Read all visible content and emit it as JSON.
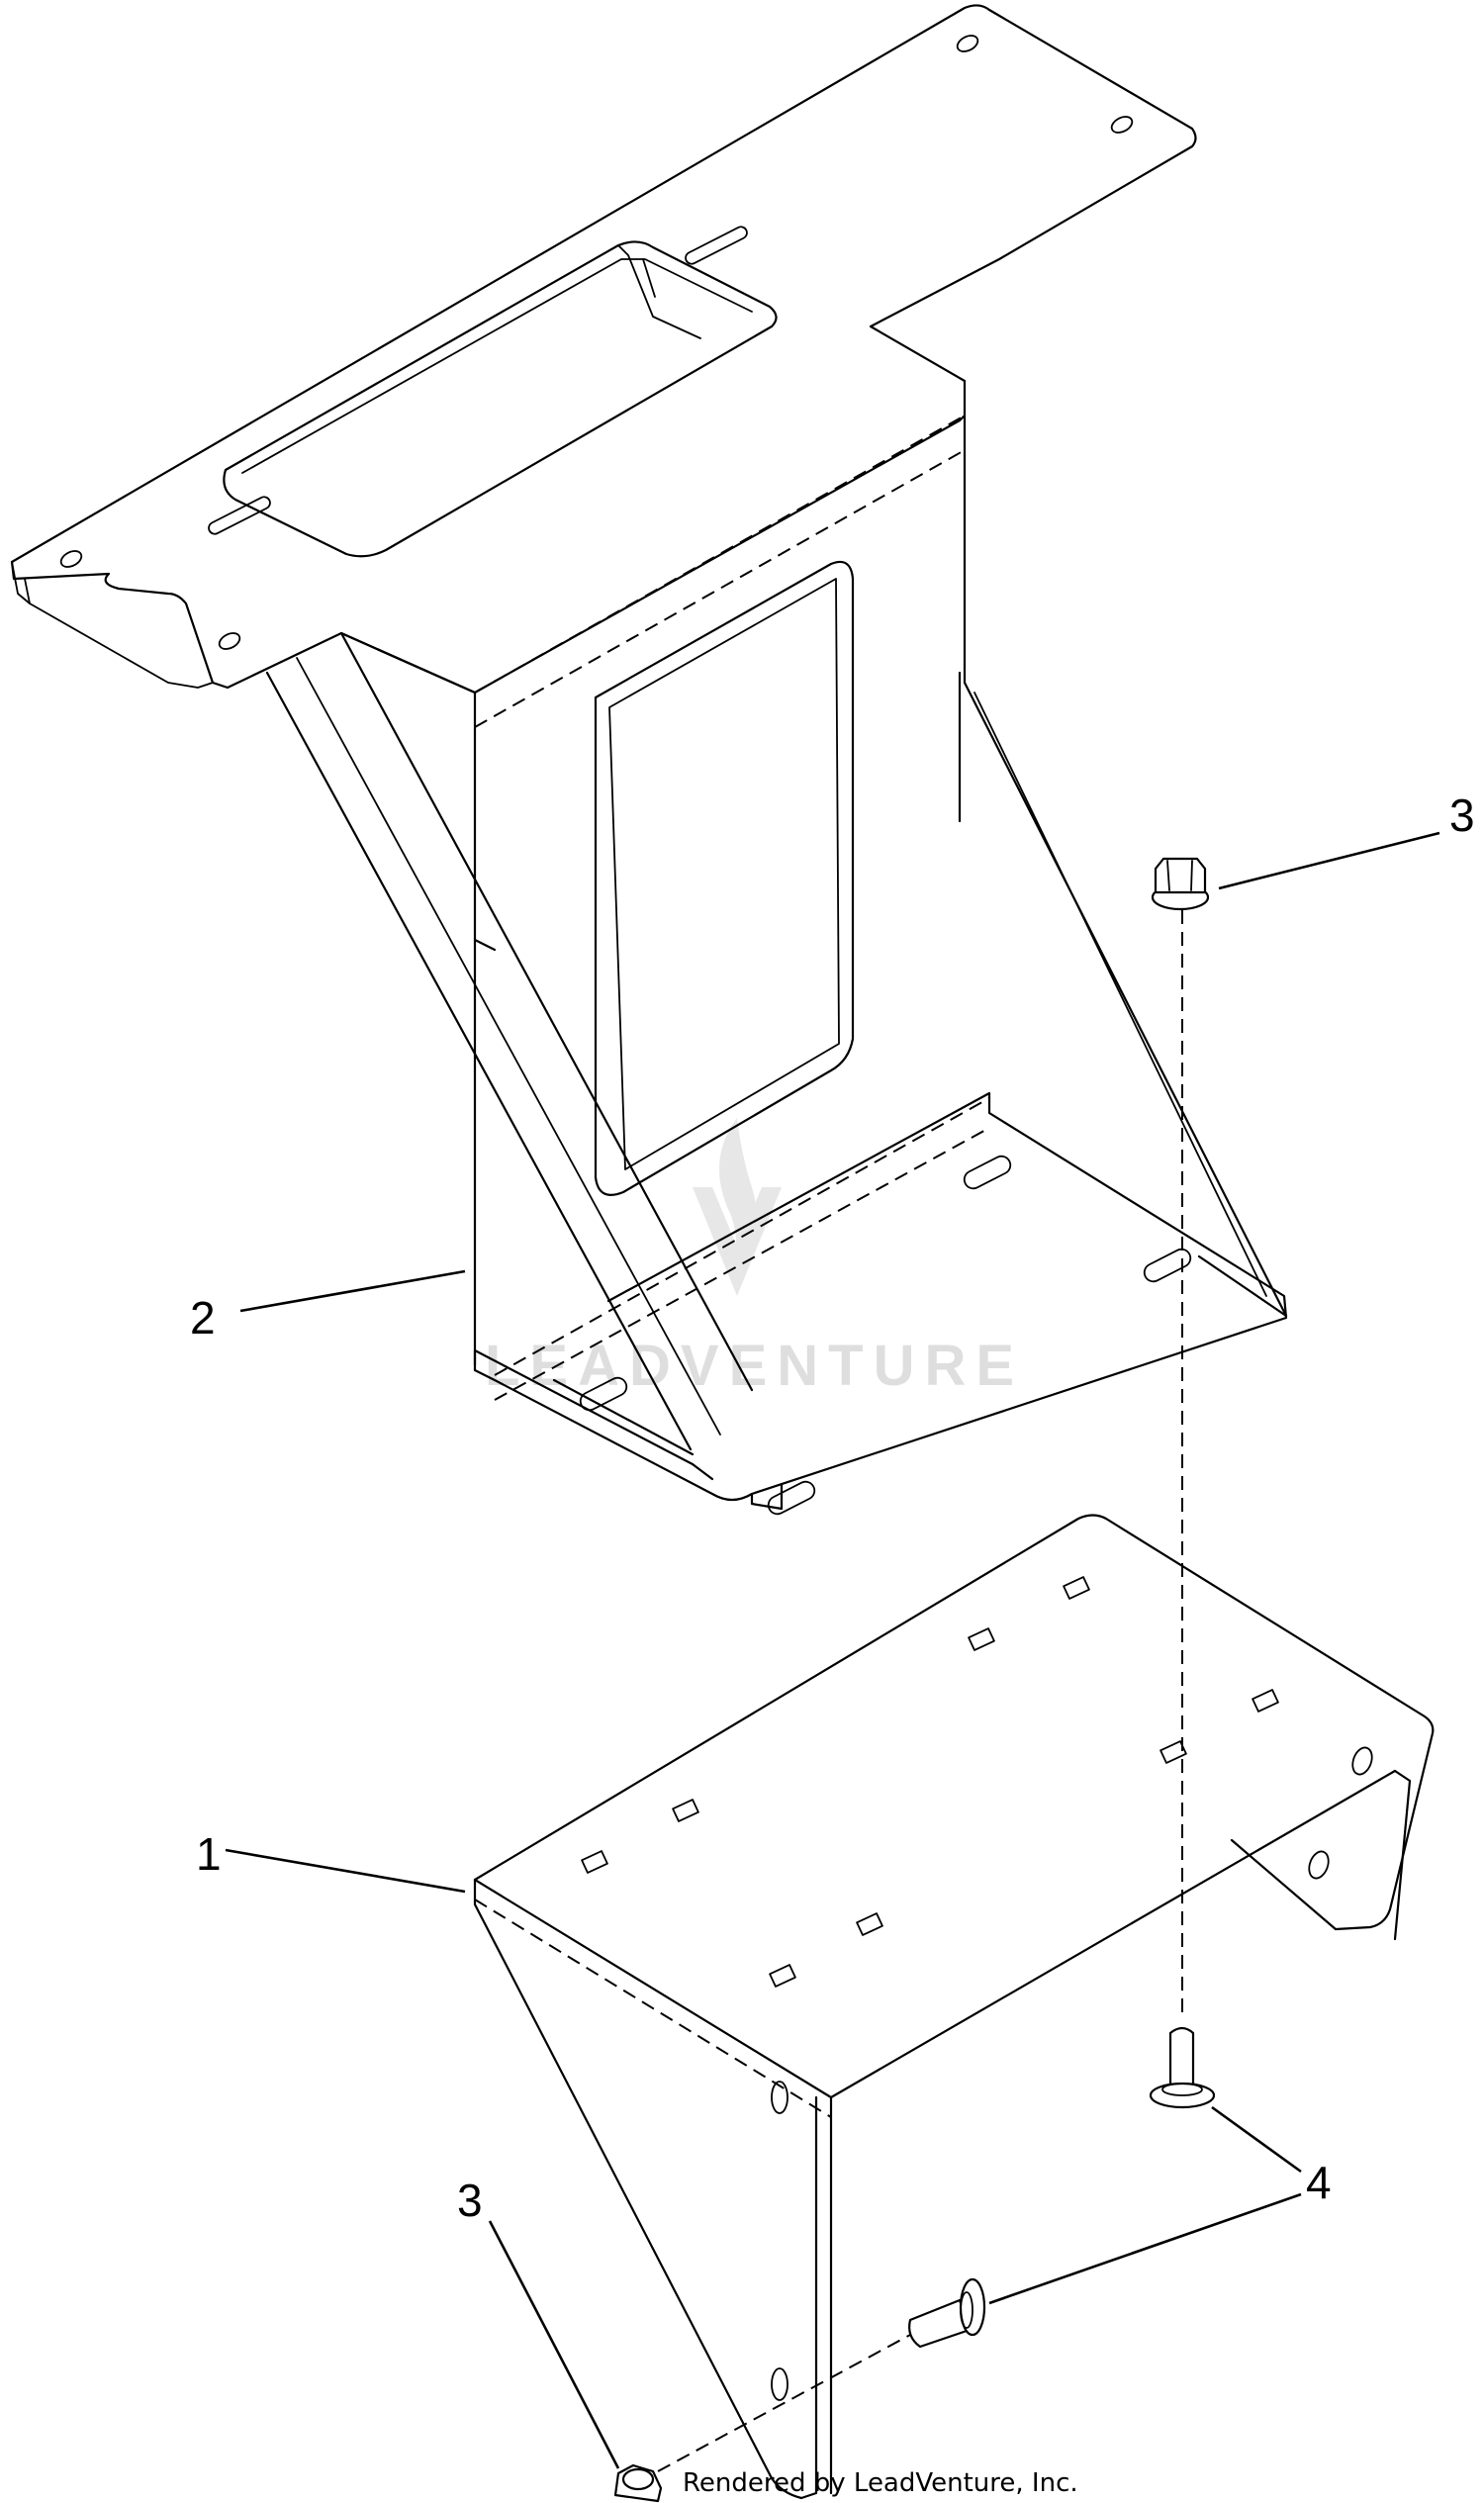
{
  "callouts": {
    "c1": "1",
    "c2": "2",
    "c3_top": "3",
    "c3_bottom": "3",
    "c4": "4"
  },
  "watermark": "LEADVENTURE",
  "credit": "Rendered by LeadVenture, Inc."
}
